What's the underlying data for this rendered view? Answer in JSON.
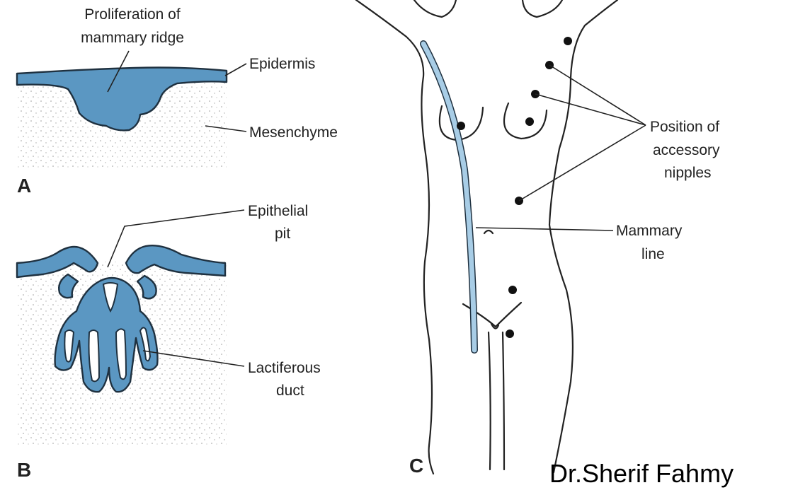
{
  "figure": {
    "panel_a": {
      "letter": "A",
      "labels": {
        "proliferation_line1": "Proliferation of",
        "proliferation_line2": "mammary ridge",
        "epidermis": "Epidermis",
        "mesenchyme": "Mesenchyme"
      }
    },
    "panel_b": {
      "letter": "B",
      "labels": {
        "epithelial_pit_line1": "Epithelial",
        "epithelial_pit_line2": "pit",
        "lactiferous_duct_line1": "Lactiferous",
        "lactiferous_duct_line2": "duct"
      }
    },
    "panel_c": {
      "letter": "C",
      "labels": {
        "accessory_line1": "Position of",
        "accessory_line2": "accessory",
        "accessory_line3": "nipples",
        "mammary_line1": "Mammary",
        "mammary_line2": "line"
      }
    },
    "credit": "Dr.Sherif Fahmy"
  },
  "colors": {
    "tissue_blue": "#5b97c2",
    "mammary_line_blue": "#a8cde6",
    "ink": "#222222",
    "stipple": "#9a9a9a"
  }
}
